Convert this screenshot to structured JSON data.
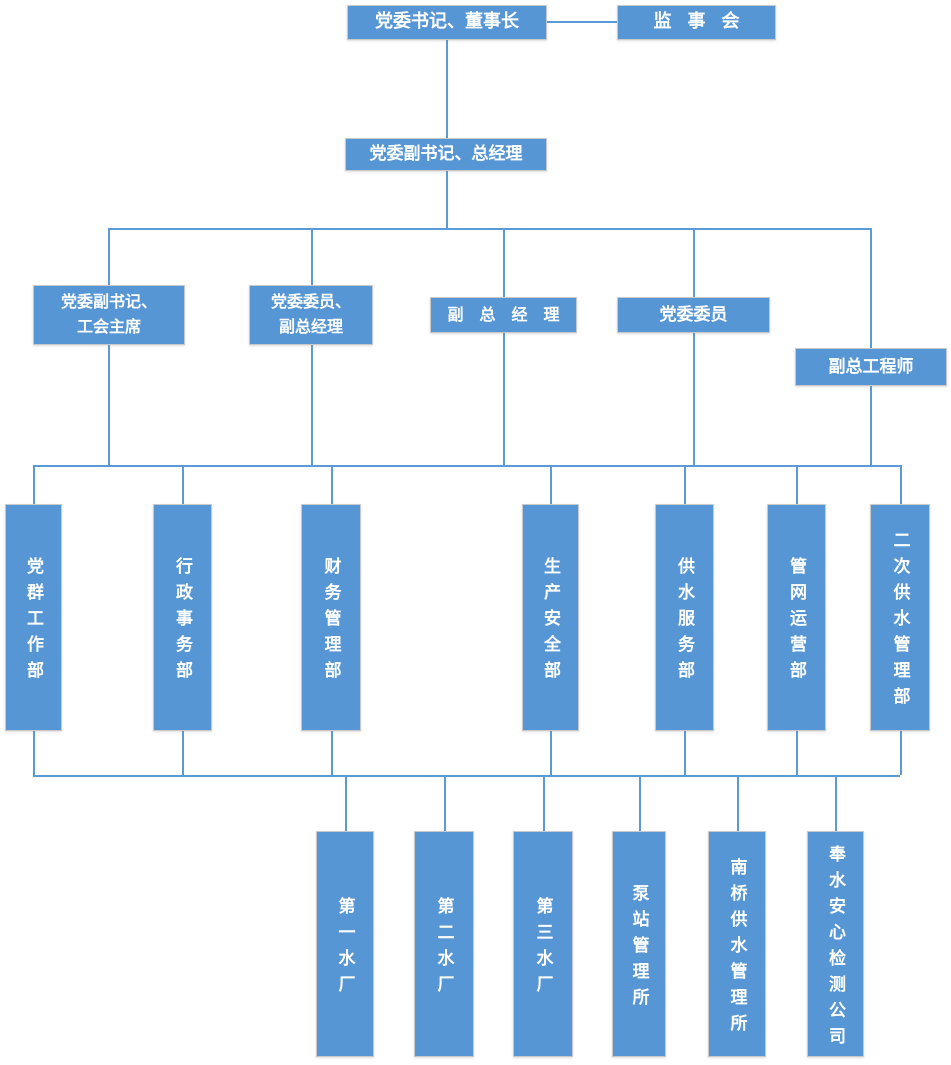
{
  "colors": {
    "box_fill": "#5696D4",
    "box_border": "#C9C9C9",
    "connector_line": "#5B9BD5",
    "box_text": "#FFFFFF"
  },
  "org": {
    "level1": {
      "chairman": "党委书记、董事长",
      "supervisory_board": "监事会"
    },
    "level2": {
      "general_manager": "党委副书记、总经理"
    },
    "level3": {
      "deputy_secretary_union_chairman": "党委副书记、\n工会主席",
      "committee_member_deputy_gm": "党委委员、\n副总经理",
      "deputy_general_manager": "副总经理",
      "party_committee_member": "党委委员",
      "deputy_chief_engineer": "副总工程师"
    },
    "level4_departments": {
      "party_mass_work": "党群工作部",
      "admin_affairs": "行政事务部",
      "finance_management": "财务管理部",
      "production_safety": "生产安全部",
      "water_supply_service": "供水服务部",
      "pipeline_network_ops": "管网运营部",
      "secondary_water_supply": "二次供水管理部"
    },
    "level5_units": {
      "water_plant_1": "第一水厂",
      "water_plant_2": "第二水厂",
      "water_plant_3": "第三水厂",
      "pump_station_office": "泵站管理所",
      "nanqiao_water_office": "南桥供水管理所",
      "testing_company": "奉水安心检测公司"
    },
    "relations": {
      "lateral": [
        "chairman - supervisory_board"
      ],
      "chairman_reports": [
        "general_manager"
      ],
      "general_manager_reports": [
        "deputy_secretary_union_chairman",
        "committee_member_deputy_gm",
        "deputy_general_manager",
        "party_committee_member",
        "deputy_chief_engineer"
      ],
      "leadership_manages_departments": [
        "party_mass_work",
        "admin_affairs",
        "finance_management",
        "production_safety",
        "water_supply_service",
        "pipeline_network_ops",
        "secondary_water_supply"
      ],
      "departments_manage_units": [
        "water_plant_1",
        "water_plant_2",
        "water_plant_3",
        "pump_station_office",
        "nanqiao_water_office",
        "testing_company"
      ]
    }
  }
}
